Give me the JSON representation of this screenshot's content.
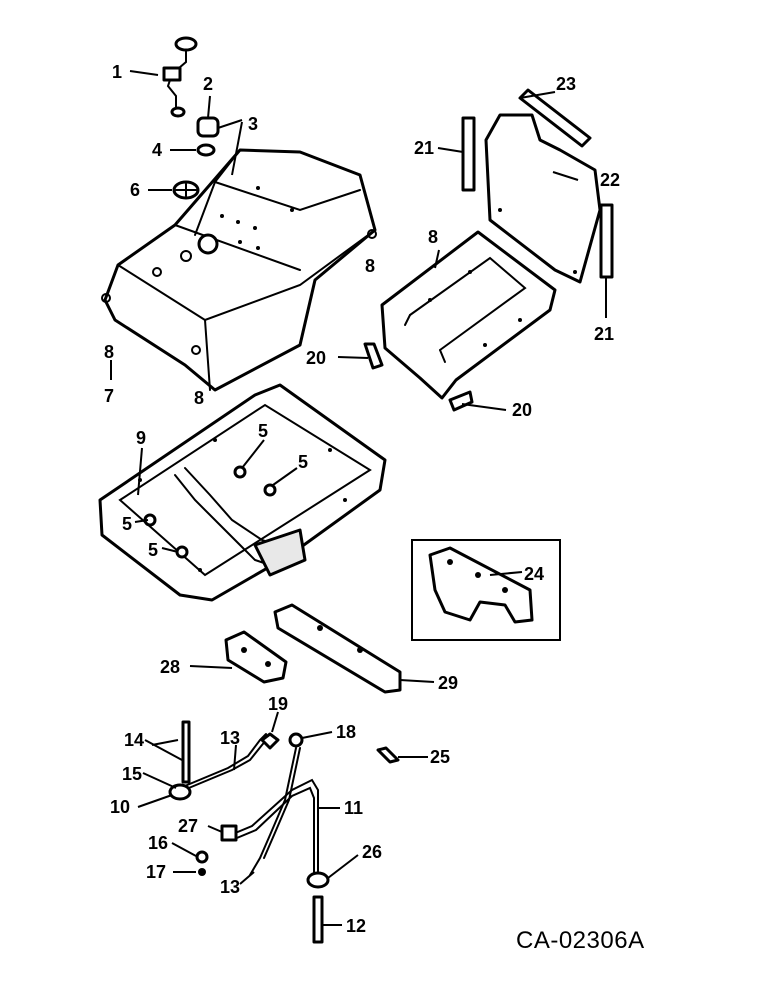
{
  "reference_code": "CA-02306A",
  "callouts": [
    {
      "id": "c1",
      "text": "1"
    },
    {
      "id": "c2",
      "text": "2"
    },
    {
      "id": "c3",
      "text": "3"
    },
    {
      "id": "c4",
      "text": "4"
    },
    {
      "id": "c5a",
      "text": "5"
    },
    {
      "id": "c5b",
      "text": "5"
    },
    {
      "id": "c5c",
      "text": "5"
    },
    {
      "id": "c5d",
      "text": "5"
    },
    {
      "id": "c6",
      "text": "6"
    },
    {
      "id": "c7",
      "text": "7"
    },
    {
      "id": "c8a",
      "text": "8"
    },
    {
      "id": "c8b",
      "text": "8"
    },
    {
      "id": "c8c",
      "text": "8"
    },
    {
      "id": "c8d",
      "text": "8"
    },
    {
      "id": "c9",
      "text": "9"
    },
    {
      "id": "c10",
      "text": "10"
    },
    {
      "id": "c11",
      "text": "11"
    },
    {
      "id": "c12",
      "text": "12"
    },
    {
      "id": "c13a",
      "text": "13"
    },
    {
      "id": "c13b",
      "text": "13"
    },
    {
      "id": "c14",
      "text": "14"
    },
    {
      "id": "c15",
      "text": "15"
    },
    {
      "id": "c16",
      "text": "16"
    },
    {
      "id": "c17",
      "text": "17"
    },
    {
      "id": "c18",
      "text": "18"
    },
    {
      "id": "c19",
      "text": "19"
    },
    {
      "id": "c20a",
      "text": "20"
    },
    {
      "id": "c20b",
      "text": "20"
    },
    {
      "id": "c21a",
      "text": "21"
    },
    {
      "id": "c21b",
      "text": "21"
    },
    {
      "id": "c22",
      "text": "22"
    },
    {
      "id": "c23",
      "text": "23"
    },
    {
      "id": "c24",
      "text": "24"
    },
    {
      "id": "c25",
      "text": "25"
    },
    {
      "id": "c26",
      "text": "26"
    },
    {
      "id": "c27",
      "text": "27"
    },
    {
      "id": "c28",
      "text": "28"
    },
    {
      "id": "c29",
      "text": "29"
    }
  ]
}
